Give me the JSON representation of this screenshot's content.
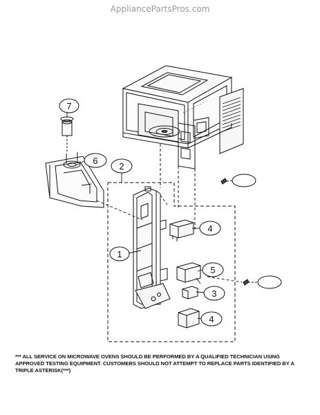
{
  "watermark": "AppliancePartsPros.com",
  "callouts": [
    {
      "id": "7",
      "label": "7"
    },
    {
      "id": "6",
      "label": "6"
    },
    {
      "id": "2",
      "label": "2"
    },
    {
      "id": "1",
      "label": "1"
    },
    {
      "id": "4a",
      "label": "4"
    },
    {
      "id": "5",
      "label": "5"
    },
    {
      "id": "3",
      "label": "3"
    },
    {
      "id": "4b",
      "label": "4"
    },
    {
      "id": "blank-a",
      "label": ""
    },
    {
      "id": "blank-b",
      "label": ""
    }
  ],
  "footnote": {
    "line1": "*** ALL SERVICE ON MICROWAVE OVENS SHOULD BE PERFORMED BY A QUALIFIED TECHNICIAN USING",
    "line2": "APPROVED TESTING EQUIPMENT. CUSTOMERS SHOULD NOT ATTEMPT TO REPLACE PARTS IDENTIFIED BY A",
    "line3": "TRIPLE ASTERISK(***)"
  }
}
